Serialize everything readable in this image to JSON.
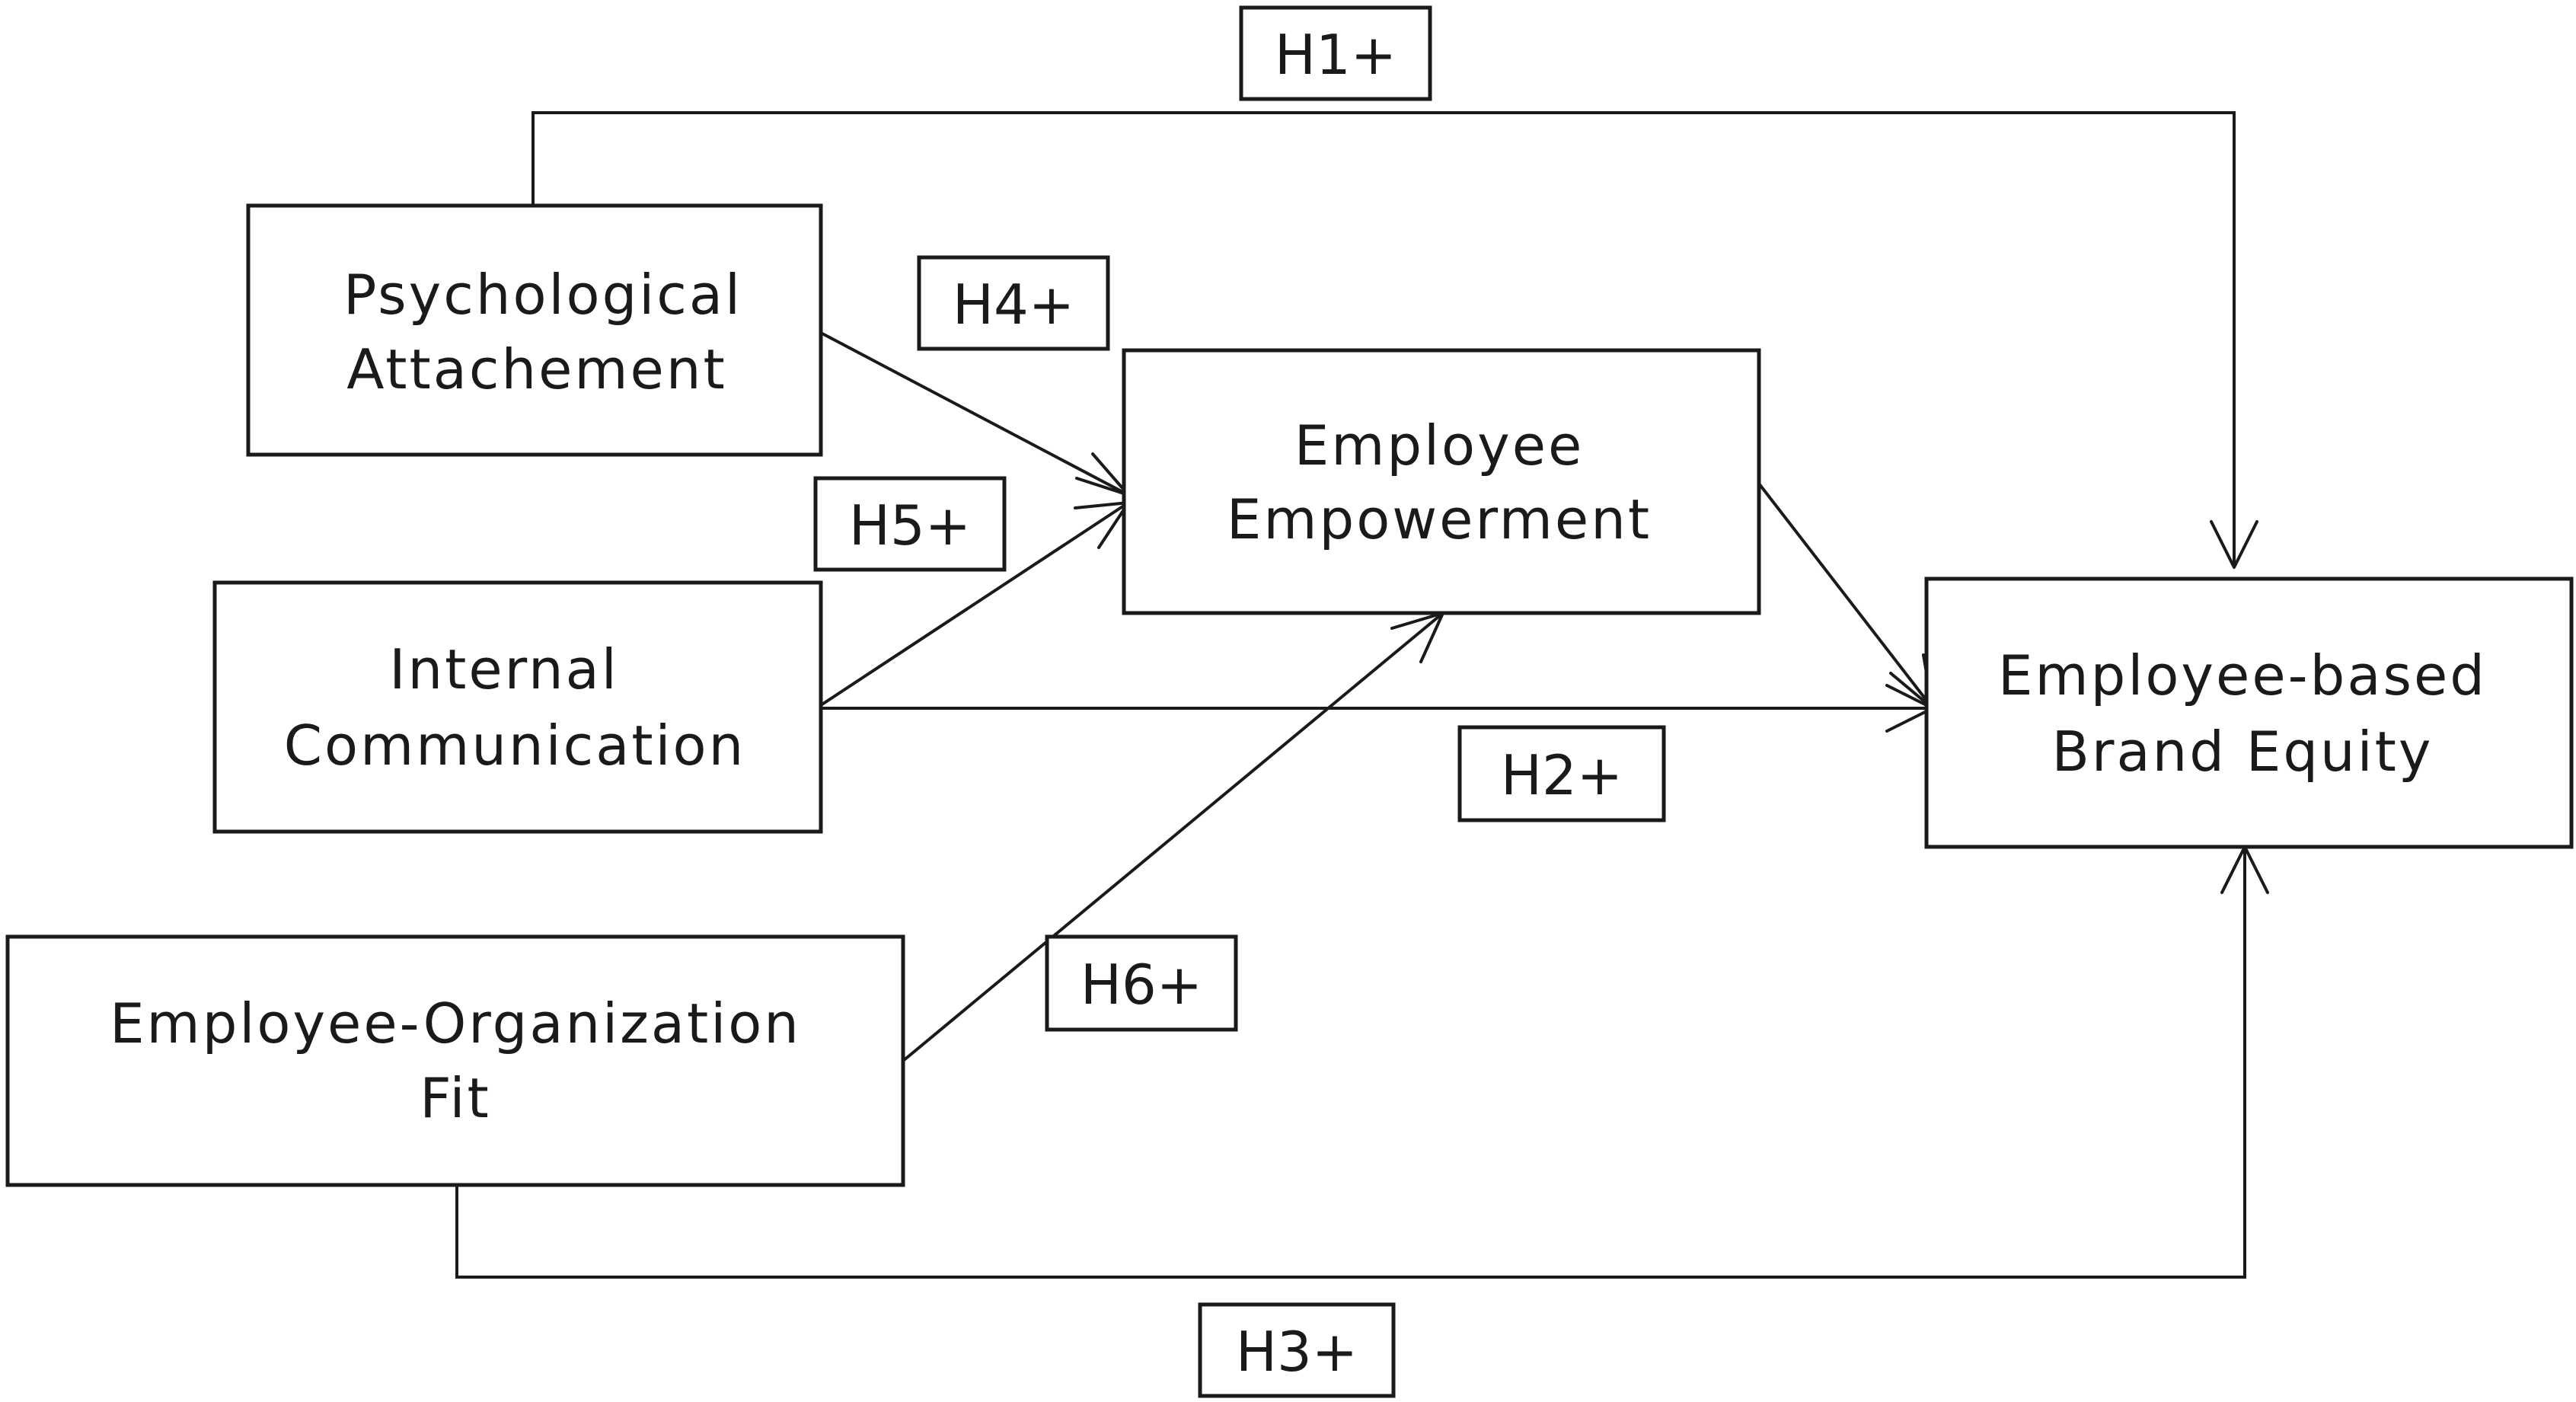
{
  "nodes": {
    "psychological_attachment": {
      "lines": [
        "Psychological",
        "Attachement"
      ]
    },
    "internal_communication": {
      "lines": [
        "Internal",
        "Communication"
      ]
    },
    "employee_organization_fit": {
      "lines": [
        "Employee-Organization",
        "Fit"
      ]
    },
    "employee_empowerment": {
      "lines": [
        "Employee",
        "Empowerment"
      ]
    },
    "employee_based_brand_equity": {
      "lines": [
        "Employee-based",
        "Brand Equity"
      ]
    }
  },
  "hypotheses": {
    "h1": "H1+",
    "h2": "H2+",
    "h3": "H3+",
    "h4": "H4+",
    "h5": "H5+",
    "h6": "H6+"
  },
  "colors": {
    "stroke": "#1a1a1a",
    "background": "#ffffff"
  }
}
